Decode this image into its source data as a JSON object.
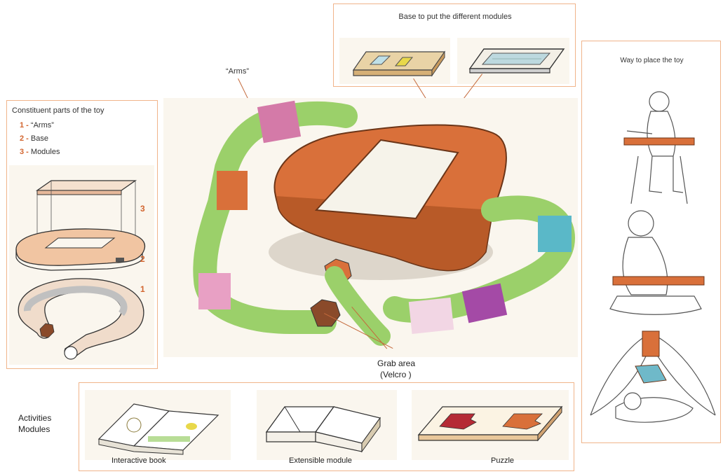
{
  "base_panel": {
    "title": "Base to put the different modules"
  },
  "arms_label": "“Arms”",
  "parts_panel": {
    "title": "Constituent parts of the toy",
    "items": [
      {
        "num": "1 -",
        "label": "“Arms”"
      },
      {
        "num": "2 -",
        "label": "Base"
      },
      {
        "num": "3 -",
        "label": "Modules"
      }
    ],
    "side_numbers": [
      "3",
      "2",
      "1"
    ]
  },
  "place_panel": {
    "title": "Way to place the toy"
  },
  "grab_label": {
    "line1": "Grab area",
    "line2": "(Velcro )"
  },
  "activities": {
    "title_line1": "Activities",
    "title_line2": "Modules",
    "modules": [
      {
        "label": "Interactive book"
      },
      {
        "label": "Extensible module"
      },
      {
        "label": "Puzzle"
      }
    ]
  },
  "colors": {
    "frame": "#f0b48a",
    "arm_green": "#9bd06a",
    "base_orange": "#d9703a",
    "pink": "#d47aa8",
    "accent_red": "#d2652f"
  }
}
